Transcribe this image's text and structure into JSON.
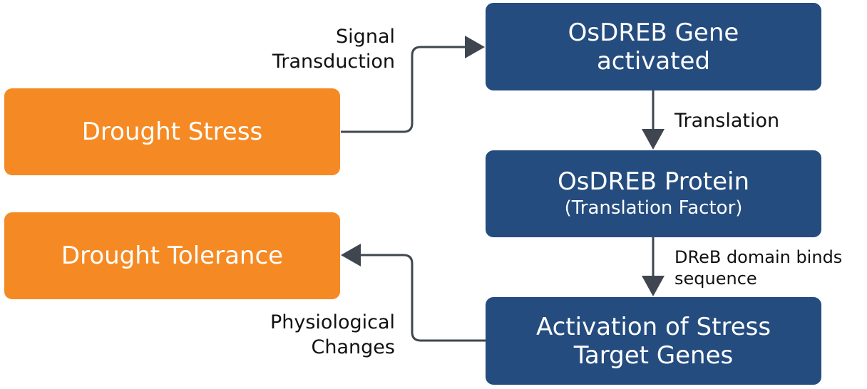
{
  "nodes": {
    "drought_stress": {
      "label": "Drought Stress",
      "color": "#f58a24"
    },
    "drought_tolerance": {
      "label": "Drought Tolerance",
      "color": "#f58a24"
    },
    "gene_activated": {
      "line1": "OsDREB Gene",
      "line2": "activated",
      "color": "#244c7f"
    },
    "protein": {
      "line1": "OsDREB Protein",
      "line2": "(Translation Factor)",
      "color": "#244c7f"
    },
    "target_genes": {
      "line1": "Activation of Stress",
      "line2": "Target Genes",
      "color": "#244c7f"
    }
  },
  "edges": {
    "signal_transduction": {
      "line1": "Signal",
      "line2": "Transduction"
    },
    "translation": {
      "label": "Translation"
    },
    "domain_binds": {
      "line1": "DReB domain binds",
      "line2": "sequence"
    },
    "physiological_changes": {
      "line1": "Physiological",
      "line2": "Changes"
    }
  },
  "colors": {
    "arrow": "#3f4650",
    "orange": "#f58a24",
    "navy": "#244c7f"
  }
}
